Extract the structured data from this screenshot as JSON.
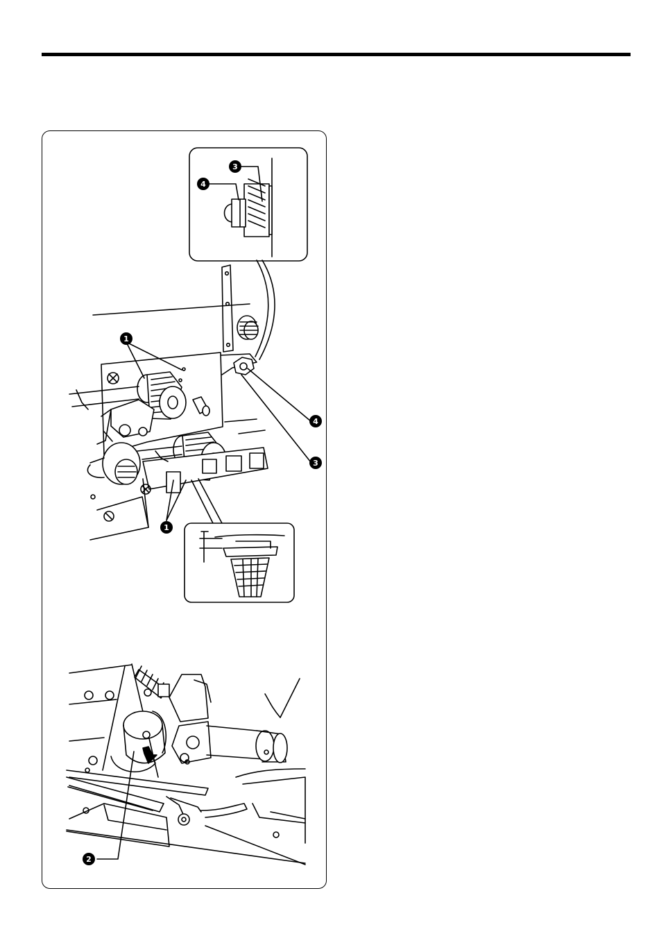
{
  "callouts": {
    "c1a": "1",
    "c1b": "1",
    "c2": "2",
    "c3_inset": "3",
    "c3_main": "3",
    "c4_inset": "4",
    "c4_main": "4"
  },
  "icons": {
    "callout_style": "black-circle-white-numeral",
    "direction_arrow": "arrow-down-icon"
  },
  "colors": {
    "ink": "#000000",
    "paper": "#ffffff"
  }
}
